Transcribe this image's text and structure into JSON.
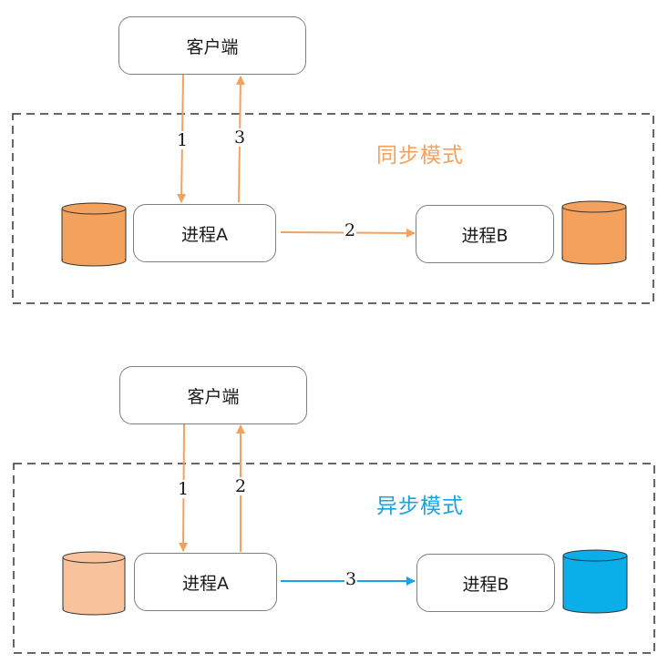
{
  "sync": {
    "title": "同步模式",
    "title_color": "#f4a15d",
    "arrow_color": "#f4a15d",
    "client_label": "客户端",
    "process_a_label": "进程A",
    "process_b_label": "进程B",
    "arrow_request": "1",
    "arrow_process": "2",
    "arrow_response": "3",
    "db_a_color": "#f4a15d",
    "db_b_color": "#f4a15d"
  },
  "async": {
    "title": "异步模式",
    "title_color": "#1aa3e0",
    "arrow_color_client": "#f4a15d",
    "arrow_color_process": "#1aa3e0",
    "client_label": "客户端",
    "process_a_label": "进程A",
    "process_b_label": "进程B",
    "arrow_request": "1",
    "arrow_response": "2",
    "arrow_process": "3",
    "db_a_color": "#f8c39c",
    "db_b_color": "#0aaee8"
  }
}
